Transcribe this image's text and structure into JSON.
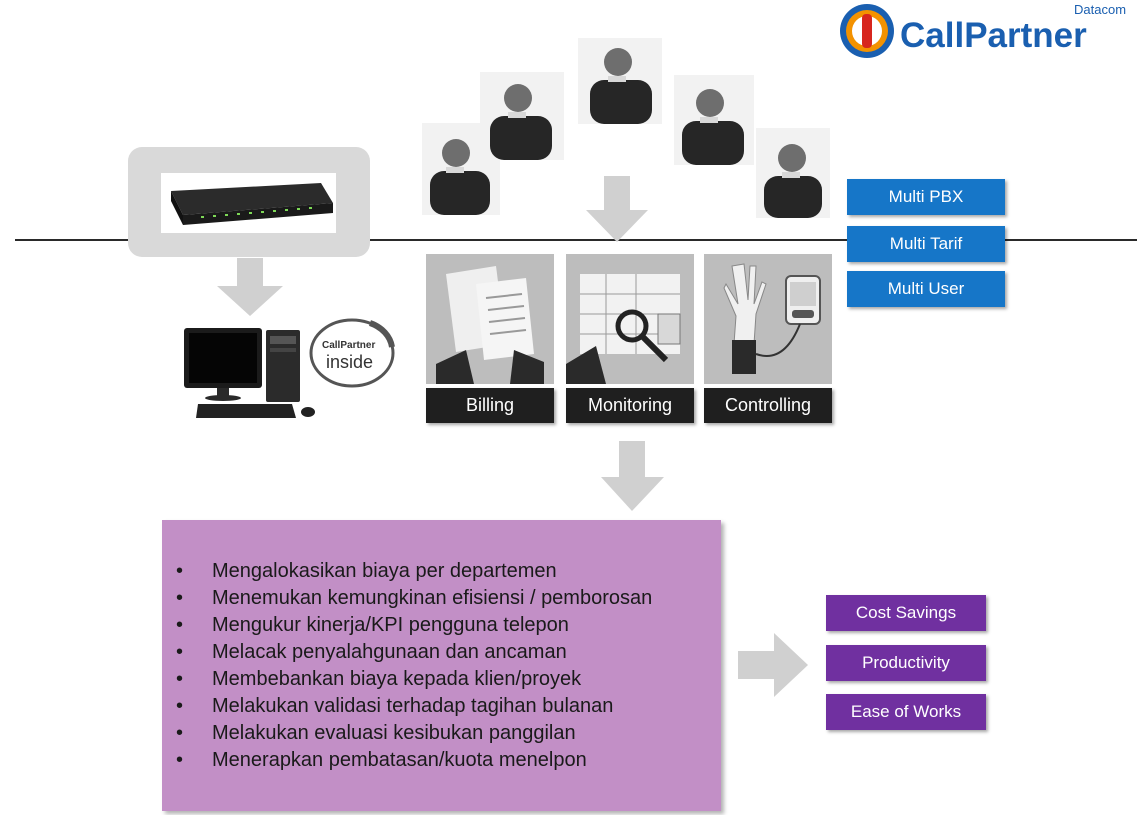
{
  "brand": {
    "logo_text": "CallPartner",
    "logo_sub": "Datacom",
    "colors": {
      "blue": "#1a5fb0",
      "orange": "#f39200",
      "red": "#d7261e"
    }
  },
  "pbx_device": {
    "icon": "pbx-device-icon"
  },
  "computer": {
    "icon": "desktop-computer-icon",
    "badge_brand": "CallPartner",
    "badge_text": "inside"
  },
  "people": {
    "icon": "person-on-phone-photo",
    "count": 5
  },
  "multi_buttons": [
    {
      "label": "Multi PBX"
    },
    {
      "label": "Multi Tarif"
    },
    {
      "label": "Multi User"
    }
  ],
  "features": [
    {
      "label": "Billing",
      "icon": "billing-documents-photo"
    },
    {
      "label": "Monitoring",
      "icon": "magnifier-chart-photo"
    },
    {
      "label": "Controlling",
      "icon": "blood-pressure-photo"
    }
  ],
  "benefits": [
    "Mengalokasikan biaya per departemen",
    "Menemukan kemungkinan efisiensi / pemborosan",
    "Mengukur kinerja/KPI pengguna telepon",
    "Melacak penyalahgunaan dan ancaman",
    "Membebankan biaya kepada klien/proyek",
    "Melakukan validasi terhadap tagihan bulanan",
    "Melakukan evaluasi kesibukan panggilan",
    "Menerapkan pembatasan/kuota menelpon"
  ],
  "bullet": "•",
  "outcomes": [
    {
      "label": "Cost Savings"
    },
    {
      "label": "Productivity"
    },
    {
      "label": "Ease of Works"
    }
  ],
  "colors": {
    "multi_blue": "#1676c8",
    "feature_dark": "#1f1f1f",
    "benefit_purple": "#c28fc6",
    "outcome_purple": "#7030a0",
    "arrow_gray": "#d0d0d0"
  }
}
